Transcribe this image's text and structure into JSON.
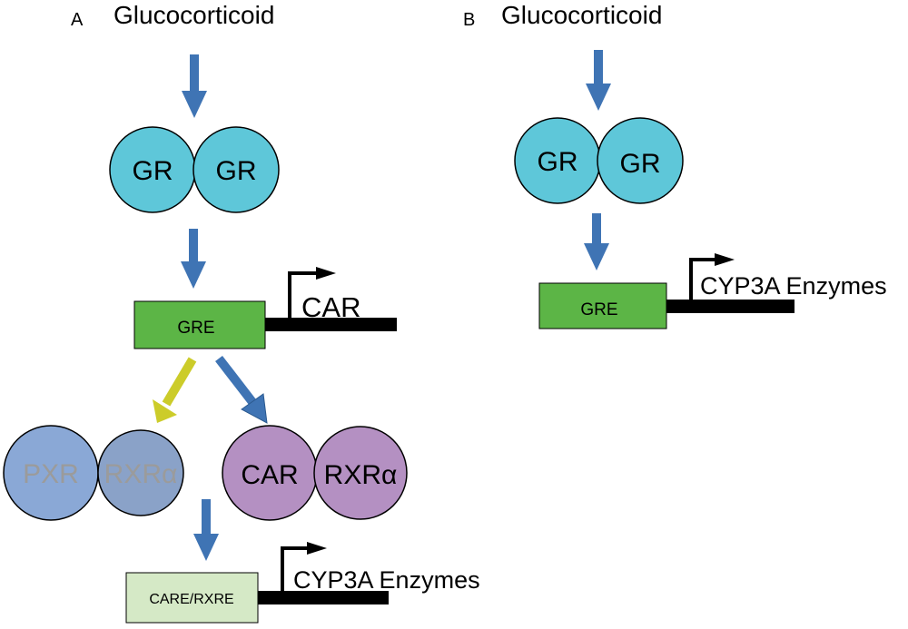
{
  "colors": {
    "gr_circle": "#5ec7d9",
    "gre_box": "#5cb546",
    "pxr_circle": "#8aa8d6",
    "rxr_faded_circle": "#8aa2c8",
    "car_circle": "#b490c2",
    "care_box": "#d5e9c6",
    "blue_arrow": "#3f74b4",
    "yellow_arrow": "#cccc2a",
    "gene_line": "#000000",
    "faded_text": "#9b9b9b"
  },
  "panel_a": {
    "letter": "A",
    "title": "Glucocorticoid",
    "gr_left": "GR",
    "gr_right": "GR",
    "gre_label": "GRE",
    "car_gene": "CAR",
    "pxr": "PXR",
    "rxr_faded": "RXRα",
    "car": "CAR",
    "rxr": "RXRα",
    "care_label": "CARE/RXRE",
    "cyp3a_gene": "CYP3A Enzymes"
  },
  "panel_b": {
    "letter": "B",
    "title": "Glucocorticoid",
    "gr_left": "GR",
    "gr_right": "GR",
    "gre_label": "GRE",
    "cyp3a_gene": "CYP3A Enzymes"
  }
}
